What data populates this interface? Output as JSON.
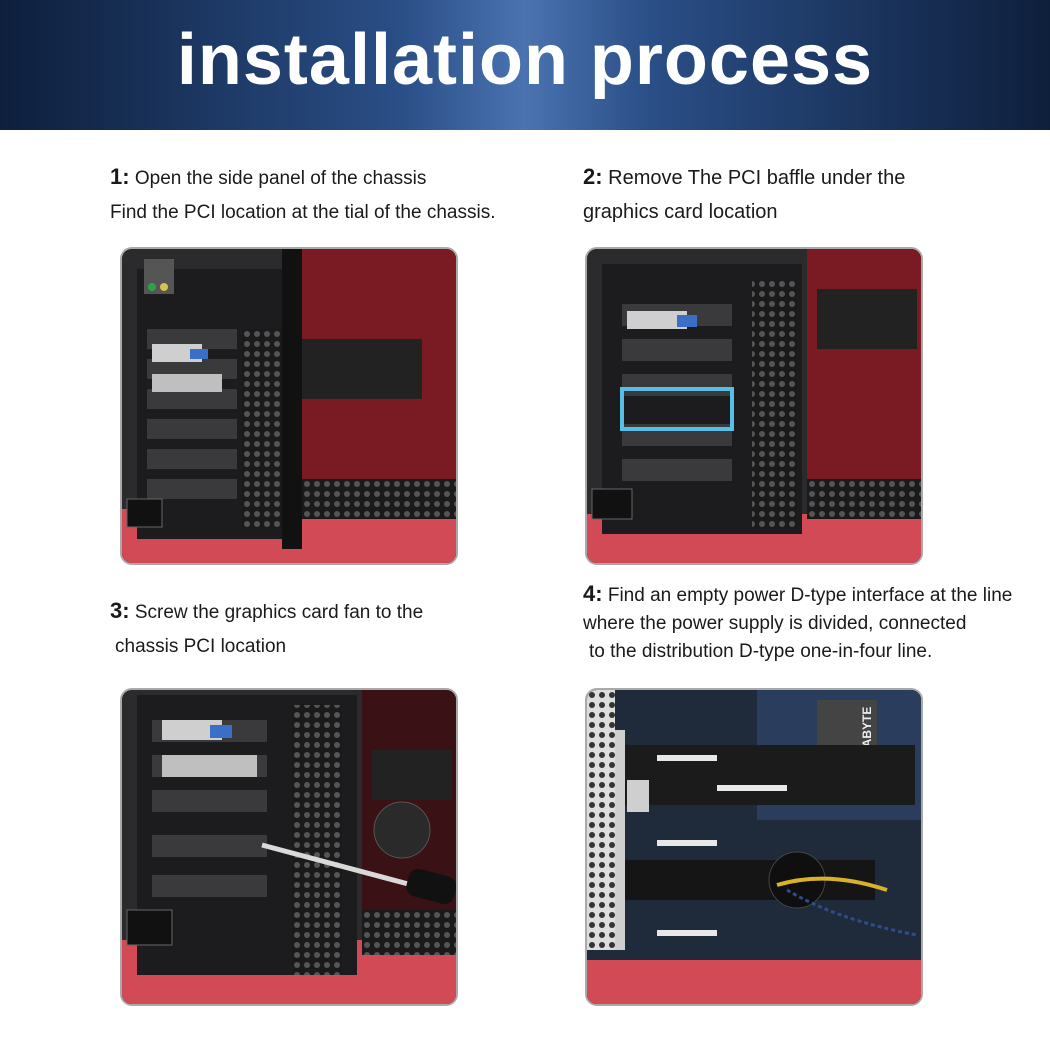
{
  "header": {
    "title": "installation process"
  },
  "steps": [
    {
      "num": "1:",
      "lines": [
        "Open the side panel of the chassis",
        "Find the PCI location at the tial of the chassis."
      ]
    },
    {
      "num": "2:",
      "lines": [
        "Remove The PCI baffle under the",
        "graphics card location"
      ]
    },
    {
      "num": "3:",
      "lines": [
        "Screw the graphics card fan to the",
        "chassis PCI location"
      ]
    },
    {
      "num": "4:",
      "lines": [
        "Find an empty power D-type interface at the line",
        "where the power supply is divided, connected",
        "to the distribution D-type one-in-four line."
      ]
    }
  ],
  "photos": {
    "p4_brand": "GIGABYTE"
  },
  "colors": {
    "chassis_red": "#d24a55",
    "chassis_black": "#1c1c1e",
    "banner_dark": "#0e1f3c"
  }
}
